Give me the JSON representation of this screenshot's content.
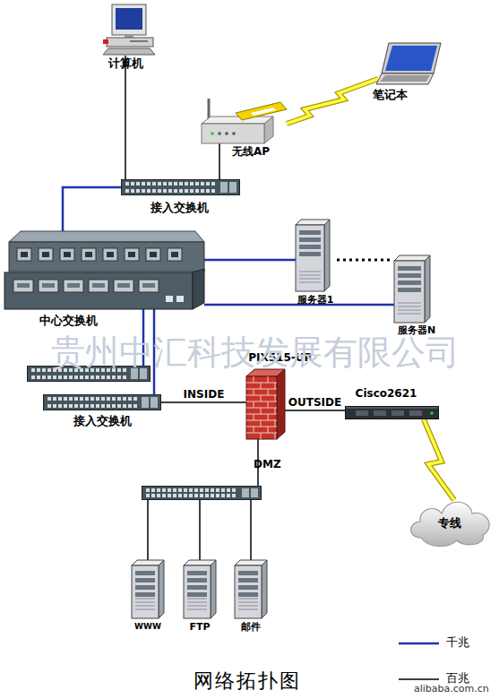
{
  "diagram": {
    "title": "网络拓扑图",
    "nodes": [
      {
        "text": [
          "计算机"
        ]
      },
      {
        "text": [
          "笔记本"
        ]
      },
      {
        "text": [
          "无线AP"
        ]
      },
      {
        "text": [
          "接入交换机"
        ]
      },
      {
        "text": [
          "服务器1"
        ]
      },
      {
        "text": [
          "中心交换机"
        ]
      },
      {
        "text": [
          "服务器N"
        ]
      },
      {
        "text": [
          "PIX515-UR"
        ]
      },
      {
        "text": [
          "Cisco2621"
        ]
      },
      {
        "text": [
          "接入交换机"
        ]
      },
      {
        "text": [
          "专线"
        ]
      },
      {
        "text": [
          "WWW"
        ]
      },
      {
        "text": [
          "FTP"
        ]
      },
      {
        "text": [
          "邮件"
        ]
      }
    ],
    "edges": [
      {
        "from": 0,
        "to": 3,
        "arrow": "none"
      },
      {
        "from": 2,
        "to": 3,
        "arrow": "none"
      },
      {
        "from": 1,
        "to": 2,
        "arrow": "none"
      },
      {
        "from": 3,
        "to": 5,
        "arrow": "none"
      },
      {
        "from": 5,
        "to": 4,
        "arrow": "none"
      },
      {
        "from": 5,
        "to": 6,
        "arrow": "none"
      },
      {
        "from": 5,
        "to": 9,
        "arrow": "none"
      },
      {
        "from": 9,
        "to": 7,
        "label": "INSIDE",
        "arrow": "none"
      },
      {
        "from": 7,
        "to": 8,
        "label": "OUTSIDE",
        "arrow": "none"
      },
      {
        "from": 8,
        "to": 10,
        "arrow": "none"
      }
    ],
    "labels": [
      "贵州中汇科技发展有限公司",
      "DMZ",
      "alibaba.com.cn"
    ],
    "legend": [
      {
        "text": "千兆"
      },
      {
        "text": "百兆"
      }
    ]
  }
}
